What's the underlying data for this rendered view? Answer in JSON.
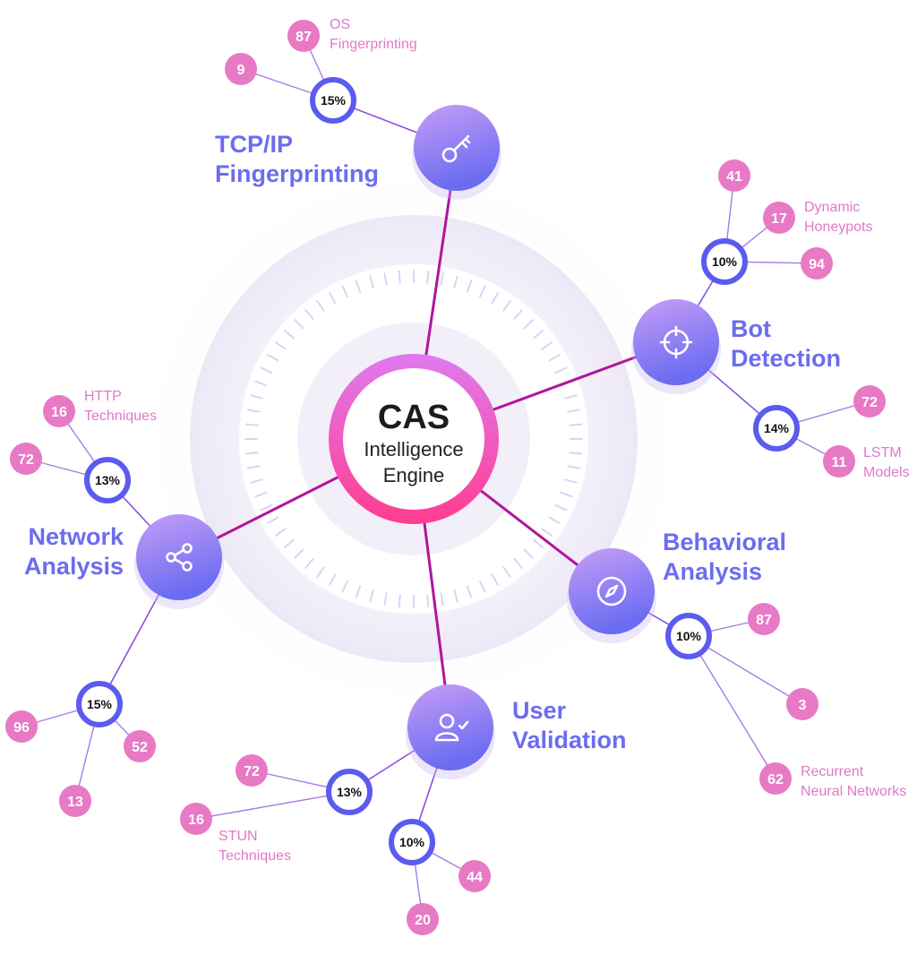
{
  "center": {
    "title": "CAS",
    "subtitle_line1": "Intelligence",
    "subtitle_line2": "Engine"
  },
  "colors": {
    "pink": "#e879c4",
    "blue_text": "#6c6cf0",
    "ring": "#5b5bf0",
    "hub_gradient_top": "#e07af0",
    "hub_gradient_bottom": "#ff3d93",
    "node_gradient_top": "#c39af5",
    "node_gradient_bottom": "#6b6cf2"
  },
  "branches": [
    {
      "id": "tcp",
      "label_line1": "TCP/IP",
      "label_line2": "Fingerprinting",
      "icon": "key-icon",
      "metrics": [
        {
          "id": "tcp-m1",
          "percent": "15%",
          "values": [
            {
              "id": "tcp-v1",
              "value": "87",
              "caption_line1": "OS",
              "caption_line2": "Fingerprinting"
            },
            {
              "id": "tcp-v2",
              "value": "9"
            }
          ]
        }
      ]
    },
    {
      "id": "bot",
      "label_line1": "Bot",
      "label_line2": "Detection",
      "icon": "crosshair-icon",
      "metrics": [
        {
          "id": "bot-m1",
          "percent": "10%",
          "values": [
            {
              "id": "bot-v1",
              "value": "41"
            },
            {
              "id": "bot-v2",
              "value": "17",
              "caption_line1": "Dynamic",
              "caption_line2": "Honeypots"
            },
            {
              "id": "bot-v3",
              "value": "94"
            }
          ]
        },
        {
          "id": "bot-m2",
          "percent": "14%",
          "values": [
            {
              "id": "bot-v4",
              "value": "72"
            },
            {
              "id": "bot-v5",
              "value": "11",
              "caption_line1": "LSTM",
              "caption_line2": "Models"
            }
          ]
        }
      ]
    },
    {
      "id": "beh",
      "label_line1": "Behavioral",
      "label_line2": "Analysis",
      "icon": "compass-icon",
      "metrics": [
        {
          "id": "beh-m1",
          "percent": "10%",
          "values": [
            {
              "id": "beh-v1",
              "value": "87"
            },
            {
              "id": "beh-v2",
              "value": "3"
            },
            {
              "id": "beh-v3",
              "value": "62",
              "caption_line1": "Recurrent",
              "caption_line2": "Neural Networks"
            }
          ]
        }
      ]
    },
    {
      "id": "usr",
      "label_line1": "User",
      "label_line2": "Validation",
      "icon": "user-check-icon",
      "metrics": [
        {
          "id": "usr-m1",
          "percent": "13%",
          "values": [
            {
              "id": "usr-v1",
              "value": "72"
            },
            {
              "id": "usr-v2",
              "value": "16",
              "caption_line1": "STUN",
              "caption_line2": "Techniques"
            }
          ]
        },
        {
          "id": "usr-m2",
          "percent": "10%",
          "values": [
            {
              "id": "usr-v3",
              "value": "44"
            },
            {
              "id": "usr-v4",
              "value": "20"
            }
          ]
        }
      ]
    },
    {
      "id": "net",
      "label_line1": "Network",
      "label_line2": "Analysis",
      "icon": "share-icon",
      "metrics": [
        {
          "id": "net-m1",
          "percent": "13%",
          "values": [
            {
              "id": "net-v1",
              "value": "16",
              "caption_line1": "HTTP",
              "caption_line2": "Techniques"
            },
            {
              "id": "net-v2",
              "value": "72"
            }
          ]
        },
        {
          "id": "net-m2",
          "percent": "15%",
          "values": [
            {
              "id": "net-v3",
              "value": "96"
            },
            {
              "id": "net-v4",
              "value": "52"
            },
            {
              "id": "net-v5",
              "value": "13"
            }
          ]
        }
      ]
    }
  ]
}
